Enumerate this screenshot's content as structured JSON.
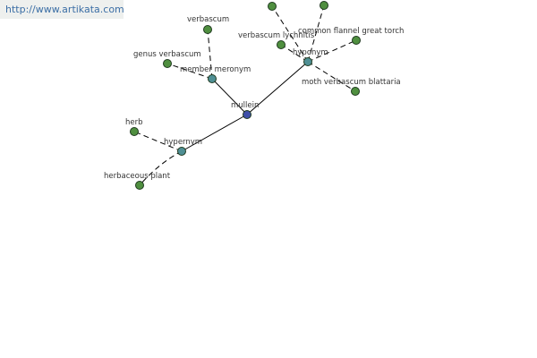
{
  "source_url": "http://www.artikata.com",
  "colors": {
    "center_node": "#3e4fa8",
    "relation_node": "#4f8f94",
    "term_node": "#4f8f3f"
  },
  "nodes": {
    "center": "mullein",
    "hypernym": "hypernym",
    "member_meronym": "member meronym",
    "hyponym": "hyponym",
    "herb": "herb",
    "herbaceous_plant": "herbaceous plant",
    "genus_verbascum": "genus verbascum",
    "verbascum": "verbascum",
    "verbascum_lychnitis": "verbascum lychnitis",
    "common_flannel": "common flannel great torch",
    "moth_verbascum": "moth verbascum blattaria",
    "top_term_1": "",
    "top_term_2": ""
  }
}
